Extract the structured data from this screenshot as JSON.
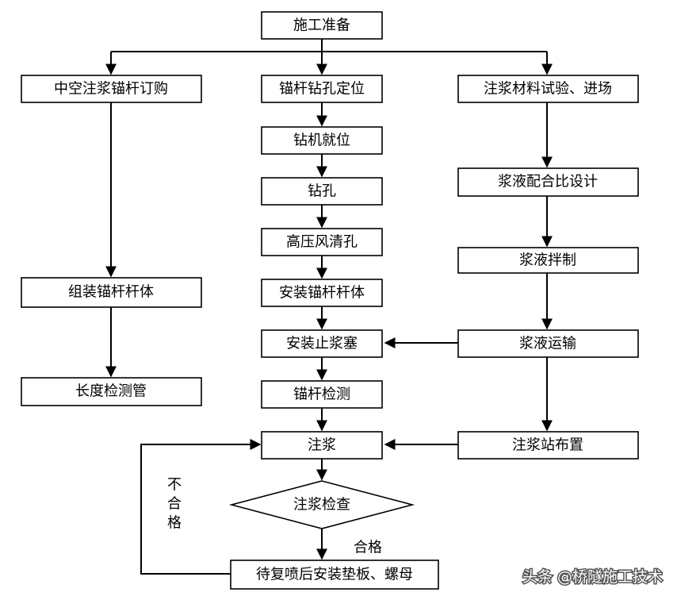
{
  "diagram": {
    "nodes": {
      "prep": "施工准备",
      "purchase": "中空注浆锚杆订购",
      "locate": "锚杆钻孔定位",
      "material": "注浆材料试验、进场",
      "drill_pos": "钻机就位",
      "mix_design": "浆液配合比设计",
      "drill": "钻孔",
      "air_clean": "高压风清孔",
      "mixing": "浆液拌制",
      "assemble": "组装锚杆杆体",
      "install_body": "安装锚杆杆体",
      "install_cap": "安装止浆塞",
      "transport": "浆液运输",
      "length_tube": "长度检测管",
      "inspect": "锚杆检测",
      "grout": "注浆",
      "station": "注浆站布置",
      "grout_check": "注浆检查",
      "plate": "待复喷后安装垫板、螺母"
    },
    "edge_labels": {
      "fail": [
        "不",
        "合",
        "格"
      ],
      "pass": "合格"
    }
  },
  "watermark": "头条 @桥隧施工技术"
}
